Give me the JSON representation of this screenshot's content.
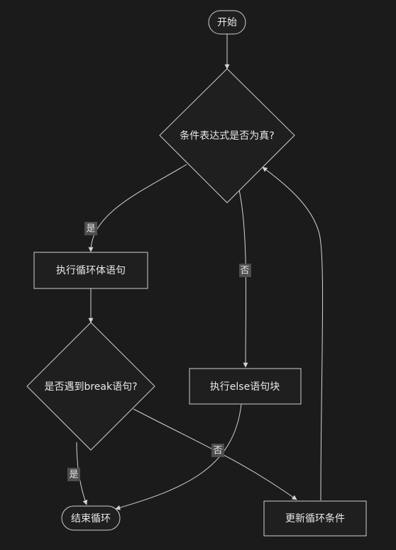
{
  "nodes": {
    "start": "开始",
    "condition": "条件表达式是否为真?",
    "exec_body": "执行循环体语句",
    "break_check": "是否遇到break语句?",
    "else_block": "执行else语句块",
    "end_loop": "结束循环",
    "update_cond": "更新循环条件"
  },
  "edge_labels": {
    "yes_to_body": "是",
    "no_to_else": "否",
    "yes_to_end": "是",
    "no_to_update": "否"
  },
  "colors": {
    "background": "#1b1b1b",
    "node_fill": "#1f1f1f",
    "stroke": "#cfcfcf",
    "label_bg": "#4e4e4e"
  }
}
